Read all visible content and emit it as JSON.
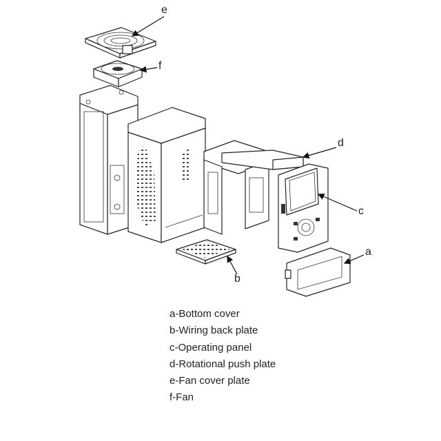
{
  "callouts": {
    "a": "a",
    "b": "b",
    "c": "c",
    "d": "d",
    "e": "e",
    "f": "f"
  },
  "legend": [
    "a-Bottom cover",
    "b-Wiring back plate",
    "c-Operating panel",
    "d-Rotational push plate",
    "e-Fan cover plate",
    "f-Fan"
  ]
}
